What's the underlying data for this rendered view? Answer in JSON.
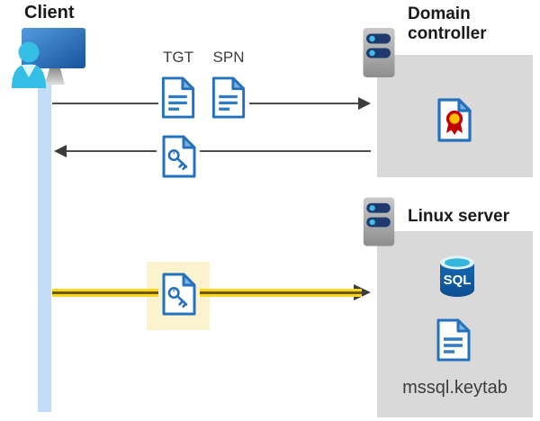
{
  "client": {
    "label": "Client"
  },
  "domain_controller": {
    "label": "Domain controller"
  },
  "linux_server": {
    "label": "Linux server"
  },
  "tickets": {
    "tgt_label": "TGT",
    "spn_label": "SPN"
  },
  "linux_contents": {
    "sql_label": "SQL",
    "keytab_label": "mssql.keytab"
  },
  "icons": {
    "client": "workstation-user-icon",
    "server": "server-icon",
    "certificate": "certificate-file-icon",
    "ticket_document": "document-icon",
    "key_file": "key-file-icon",
    "database": "sql-database-icon"
  },
  "colors": {
    "doc_blue": "#2471BD",
    "doc_line_blue": "#2E7CC4",
    "accent_cyan": "#35BEE6",
    "box_gray": "#D9D9D9",
    "arrow_gray": "#4D4D4D",
    "highlight_yellow": "#FDD41F",
    "highlight_cream": "#FBF3CE",
    "cert_red": "#C00000",
    "cert_gold": "#FFC000",
    "sql_blue": "#1263AC",
    "timeline_blue": "#C4DCF5",
    "server_navy": "#1E3A6E"
  }
}
